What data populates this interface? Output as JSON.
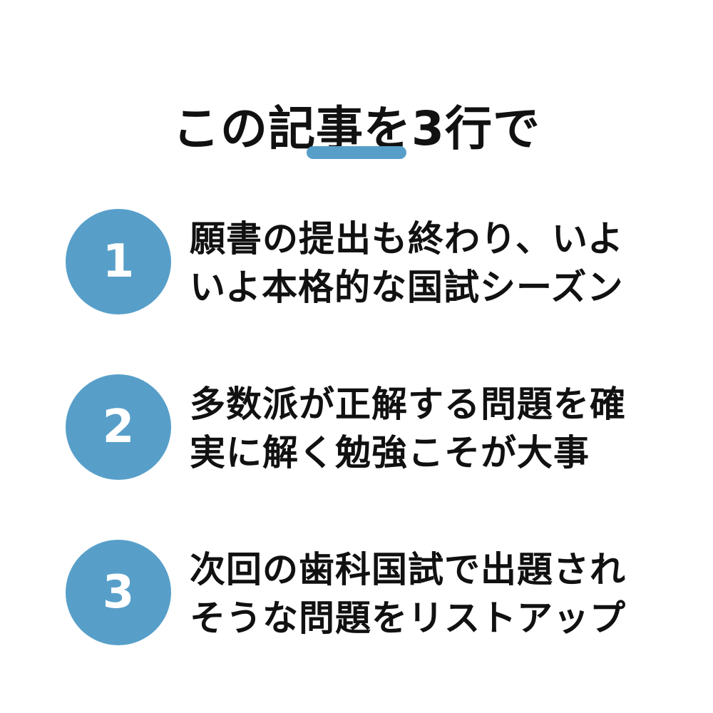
{
  "title": "この記事を3行で",
  "colors": {
    "accent": "#579fc9",
    "text": "#111111",
    "background": "#ffffff"
  },
  "items": [
    {
      "number": "1",
      "lines": [
        "願書の提出も終わり、いよ",
        "いよ本格的な国試シーズン"
      ]
    },
    {
      "number": "2",
      "lines": [
        "多数派が正解する問題を確",
        "実に解く勉強こそが大事"
      ]
    },
    {
      "number": "3",
      "lines": [
        "次回の歯科国試で出題され",
        "そうな問題をリストアップ"
      ]
    }
  ]
}
